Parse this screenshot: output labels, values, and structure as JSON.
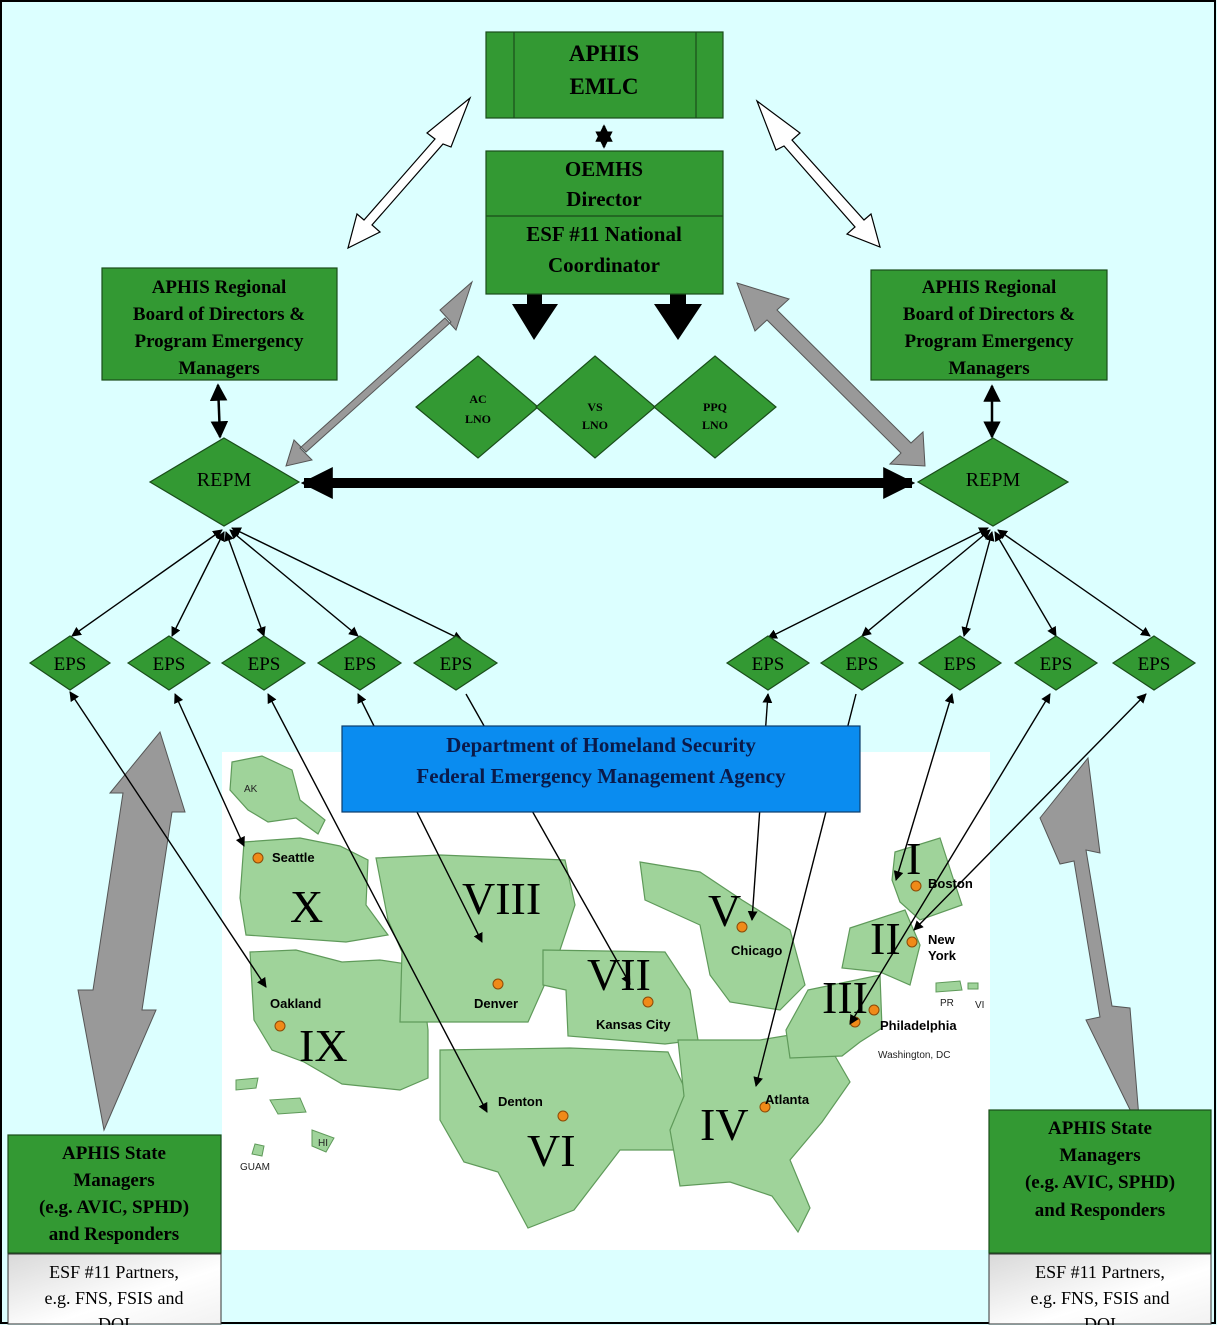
{
  "colors": {
    "background": "#dcffff",
    "box_green": "#339933",
    "box_border": "#1a4d1a",
    "dhs_blue": "#0a8cf0",
    "map_land": "#9fd39a",
    "gray_arrow": "#8c8c8c"
  },
  "emlc": {
    "line1": "APHIS",
    "line2": "EMLC"
  },
  "oemhs": {
    "line1": "OEMHS",
    "line2": "Director",
    "line3": "ESF #11 National",
    "line4": "Coordinator"
  },
  "regional_left": {
    "line1": "APHIS Regional",
    "line2": "Board of Directors &",
    "line3": "Program Emergency",
    "line4": "Managers"
  },
  "regional_right": {
    "line1": "APHIS Regional",
    "line2": "Board of Directors &",
    "line3": "Program Emergency",
    "line4": "Managers"
  },
  "lno": [
    {
      "line1": "AC",
      "line2": "LNO"
    },
    {
      "line1": "VS",
      "line2": "LNO"
    },
    {
      "line1": "PPQ",
      "line2": "LNO"
    }
  ],
  "repm_left": "REPM",
  "repm_right": "REPM",
  "eps_left": [
    "EPS",
    "EPS",
    "EPS",
    "EPS",
    "EPS"
  ],
  "eps_right": [
    "EPS",
    "EPS",
    "EPS",
    "EPS",
    "EPS"
  ],
  "dhs": {
    "line1": "Department of Homeland Security",
    "line2": "Federal Emergency Management Agency"
  },
  "state_left": {
    "line1": "APHIS State",
    "line2": "Managers",
    "line3": "(e.g. AVIC, SPHD)",
    "line4": "and Responders"
  },
  "state_right": {
    "line1": "APHIS State",
    "line2": "Managers",
    "line3": "(e.g. AVIC, SPHD)",
    "line4": "and Responders"
  },
  "partners_left": {
    "line1": "ESF #11 Partners,",
    "line2": "e.g. FNS, FSIS and",
    "line3": "DOI"
  },
  "partners_right": {
    "line1": "ESF #11 Partners,",
    "line2": "e.g. FNS, FSIS and",
    "line3": "DOI"
  },
  "map": {
    "regions": [
      "I",
      "II",
      "III",
      "IV",
      "V",
      "VI",
      "VII",
      "VIII",
      "IX",
      "X"
    ],
    "cities": [
      "Seattle",
      "Oakland",
      "Denver",
      "Denton",
      "Kansas City",
      "Chicago",
      "Atlanta",
      "Boston",
      "New York",
      "Philadelphia",
      "Washington, DC"
    ],
    "territories": [
      "AK",
      "HI",
      "GUAM",
      "PR",
      "VI"
    ]
  }
}
